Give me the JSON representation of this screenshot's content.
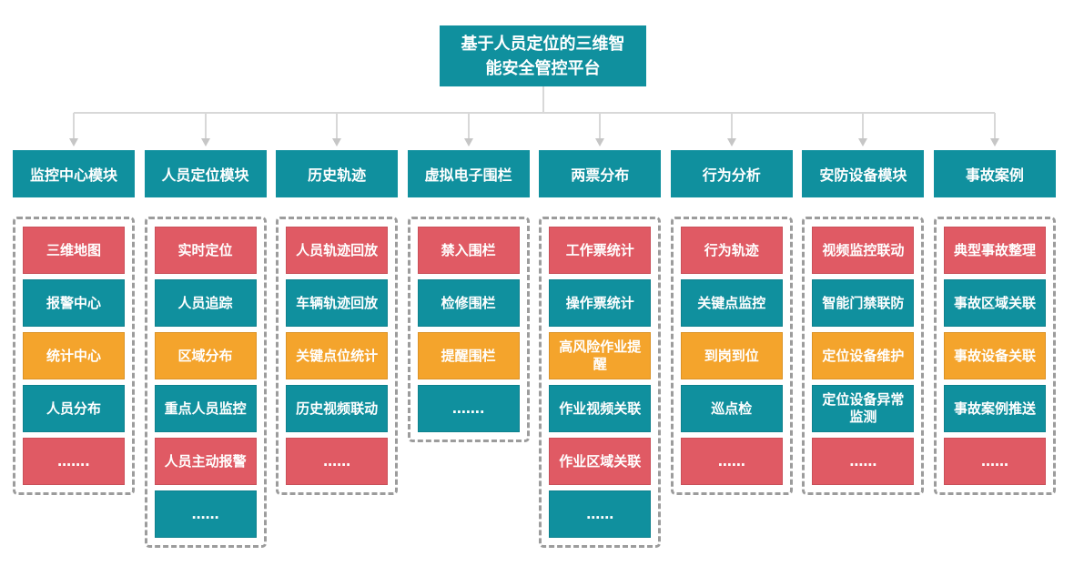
{
  "title": "基于人员定位的三维智能安全管控平台",
  "palette": {
    "teal": "#10909E",
    "red": "#E05A64",
    "orange": "#F4A42C",
    "line": "#D8D8D8",
    "arrow": "#C6C6C6",
    "dashed_border": "#9C9C9C"
  },
  "columns": [
    {
      "header": "监控中心模块",
      "items": [
        {
          "label": "三维地图",
          "color": "red"
        },
        {
          "label": "报警中心",
          "color": "teal"
        },
        {
          "label": "统计中心",
          "color": "orange"
        },
        {
          "label": "人员分布",
          "color": "teal"
        },
        {
          "label": "…….",
          "color": "red"
        }
      ]
    },
    {
      "header": "人员定位模块",
      "items": [
        {
          "label": "实时定位",
          "color": "red"
        },
        {
          "label": "人员追踪",
          "color": "teal"
        },
        {
          "label": "区域分布",
          "color": "orange"
        },
        {
          "label": "重点人员监控",
          "color": "teal"
        },
        {
          "label": "人员主动报警",
          "color": "red"
        },
        {
          "label": "……",
          "color": "teal"
        }
      ]
    },
    {
      "header": "历史轨迹",
      "items": [
        {
          "label": "人员轨迹回放",
          "color": "red"
        },
        {
          "label": "车辆轨迹回放",
          "color": "teal"
        },
        {
          "label": "关键点位统计",
          "color": "orange"
        },
        {
          "label": "历史视频联动",
          "color": "teal"
        },
        {
          "label": "……",
          "color": "red"
        }
      ]
    },
    {
      "header": "虚拟电子围栏",
      "items": [
        {
          "label": "禁入围栏",
          "color": "red"
        },
        {
          "label": "检修围栏",
          "color": "teal"
        },
        {
          "label": "提醒围栏",
          "color": "orange"
        },
        {
          "label": "…….",
          "color": "teal"
        }
      ]
    },
    {
      "header": "两票分布",
      "items": [
        {
          "label": "工作票统计",
          "color": "red"
        },
        {
          "label": "操作票统计",
          "color": "teal"
        },
        {
          "label": "高风险作业提醒",
          "color": "orange"
        },
        {
          "label": "作业视频关联",
          "color": "teal"
        },
        {
          "label": "作业区域关联",
          "color": "red"
        },
        {
          "label": "……",
          "color": "teal"
        }
      ]
    },
    {
      "header": "行为分析",
      "items": [
        {
          "label": "行为轨迹",
          "color": "red"
        },
        {
          "label": "关键点监控",
          "color": "teal"
        },
        {
          "label": "到岗到位",
          "color": "orange"
        },
        {
          "label": "巡点检",
          "color": "teal"
        },
        {
          "label": "……",
          "color": "red"
        }
      ]
    },
    {
      "header": "安防设备模块",
      "items": [
        {
          "label": "视频监控联动",
          "color": "red"
        },
        {
          "label": "智能门禁联防",
          "color": "teal"
        },
        {
          "label": "定位设备维护",
          "color": "orange"
        },
        {
          "label": "定位设备异常监测",
          "color": "teal"
        },
        {
          "label": "……",
          "color": "red"
        }
      ]
    },
    {
      "header": "事故案例",
      "items": [
        {
          "label": "典型事故整理",
          "color": "red"
        },
        {
          "label": "事故区域关联",
          "color": "teal"
        },
        {
          "label": "事故设备关联",
          "color": "orange"
        },
        {
          "label": "事故案例推送",
          "color": "teal"
        },
        {
          "label": "……",
          "color": "red"
        }
      ]
    }
  ]
}
